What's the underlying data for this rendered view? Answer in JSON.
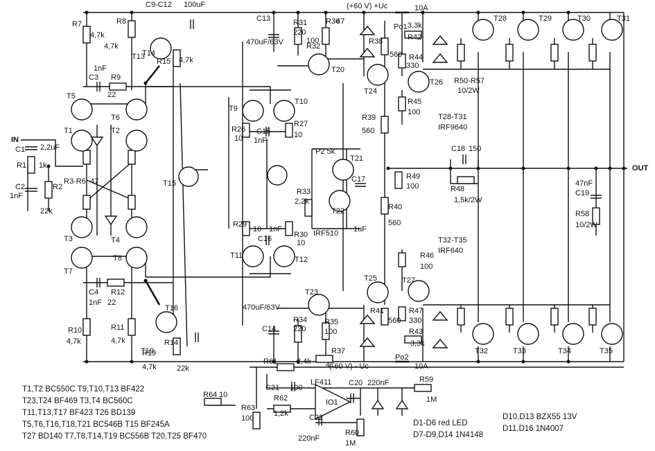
{
  "title": "",
  "nets": {
    "in": "IN",
    "out": "OUT",
    "vplus": "(+60 V) +Uc",
    "vminus": "(-60 V) - Uc",
    "fuse_top": "10A",
    "fuse_bot": "10A"
  },
  "transistors": [
    {
      "ref": "T1"
    },
    {
      "ref": "T2"
    },
    {
      "ref": "T3"
    },
    {
      "ref": "T4"
    },
    {
      "ref": "T5"
    },
    {
      "ref": "T6"
    },
    {
      "ref": "T7"
    },
    {
      "ref": "T8"
    },
    {
      "ref": "T9"
    },
    {
      "ref": "T10"
    },
    {
      "ref": "T11"
    },
    {
      "ref": "T12"
    },
    {
      "ref": "T13"
    },
    {
      "ref": "T14"
    },
    {
      "ref": "T15"
    },
    {
      "ref": "T16"
    },
    {
      "ref": "T19"
    },
    {
      "ref": "T20"
    },
    {
      "ref": "T21"
    },
    {
      "ref": "T22"
    },
    {
      "ref": "T23"
    },
    {
      "ref": "T24"
    },
    {
      "ref": "T25"
    },
    {
      "ref": "T26"
    },
    {
      "ref": "T27"
    },
    {
      "ref": "T28"
    },
    {
      "ref": "T29"
    },
    {
      "ref": "T30"
    },
    {
      "ref": "T31"
    },
    {
      "ref": "T32"
    },
    {
      "ref": "T33"
    },
    {
      "ref": "T34"
    },
    {
      "ref": "T35"
    }
  ],
  "resistors": [
    {
      "ref": "R1",
      "value": "1k"
    },
    {
      "ref": "R2",
      "value": "22k"
    },
    {
      "ref": "R3-R6",
      "value": "47"
    },
    {
      "ref": "R7",
      "value": "4,7k"
    },
    {
      "ref": "R8",
      "value": "4,7k"
    },
    {
      "ref": "R9",
      "value": "22"
    },
    {
      "ref": "R10",
      "value": "4,7k"
    },
    {
      "ref": "R11",
      "value": "4,7k"
    },
    {
      "ref": "R12",
      "value": "22"
    },
    {
      "ref": "R14",
      "value": "22k"
    },
    {
      "ref": "R15",
      "value": "4,7k"
    },
    {
      "ref": "R19",
      "value": "4,7k"
    },
    {
      "ref": "R26",
      "value": "10"
    },
    {
      "ref": "R27",
      "value": "10"
    },
    {
      "ref": "R29",
      "value": "10"
    },
    {
      "ref": "R30",
      "value": "10"
    },
    {
      "ref": "R31",
      "value": "220"
    },
    {
      "ref": "R32",
      "value": "100"
    },
    {
      "ref": "R33",
      "value": "2,2k"
    },
    {
      "ref": "R34",
      "value": "220"
    },
    {
      "ref": "R35",
      "value": "100"
    },
    {
      "ref": "R36",
      "value": "47"
    },
    {
      "ref": "R37",
      "value": "47"
    },
    {
      "ref": "R38",
      "value": "560"
    },
    {
      "ref": "R39",
      "value": "560"
    },
    {
      "ref": "R40",
      "value": "560"
    },
    {
      "ref": "R41",
      "value": "560"
    },
    {
      "ref": "R42",
      "value": "3,3k"
    },
    {
      "ref": "R43",
      "value": "3,3k"
    },
    {
      "ref": "R44",
      "value": "330"
    },
    {
      "ref": "R45",
      "value": "100"
    },
    {
      "ref": "R46",
      "value": "100"
    },
    {
      "ref": "R47",
      "value": "330"
    },
    {
      "ref": "R48",
      "value": "1,5k/2W"
    },
    {
      "ref": "R49",
      "value": "100"
    },
    {
      "ref": "R58",
      "value": "10/2W"
    },
    {
      "ref": "R59",
      "value": "1M"
    },
    {
      "ref": "R60",
      "value": "1M"
    },
    {
      "ref": "R61",
      "value": "2,4k"
    },
    {
      "ref": "R62",
      "value": "1,2k"
    },
    {
      "ref": "R63",
      "value": "100"
    },
    {
      "ref": "R64",
      "value": "10"
    }
  ],
  "capacitors": [
    {
      "ref": "C1",
      "value": "2,2uF"
    },
    {
      "ref": "C2",
      "value": "1nF"
    },
    {
      "ref": "C3",
      "value": "1nF"
    },
    {
      "ref": "C4",
      "value": "1nF"
    },
    {
      "ref": "C9-C12",
      "value": "100uF"
    },
    {
      "ref": "C13",
      "value": "470uF/63V"
    },
    {
      "ref": "C14",
      "value": "470uF/63V"
    },
    {
      "ref": "C15",
      "value": "1nF"
    },
    {
      "ref": "C16",
      "value": "1nF"
    },
    {
      "ref": "C17",
      "value": "1uF"
    },
    {
      "ref": "C18",
      "value": "150"
    },
    {
      "ref": "C19",
      "value": "47nF"
    },
    {
      "ref": "C20",
      "value": "220nF"
    },
    {
      "ref": "C21",
      "value": "100"
    },
    {
      "ref": "C22",
      "value": "220nF"
    }
  ],
  "misc_labels": {
    "p2": "P2 5k",
    "ic": "IO1",
    "ic_type": "LF411",
    "r50_57": "R50-R57",
    "r50_57_val": "10/2W",
    "t28_31": "T28-T31",
    "t28_31_type": "IRF9640",
    "t32_35": "T32-T35",
    "t32_35_type": "IRF640",
    "t22_type": "IRF510",
    "po1": "Po1",
    "po2": "Po2"
  },
  "legend_left": [
    "T1,T2 BC550C   T9,T10,T13 BF422",
    "T23,T24 BF469   T3,T4 BC560C",
    "T11,T13,T17 BF423   T26 BD139",
    "T5,T6,T16,T18,T21 BC546B   T15 BF245A",
    "T27 BD140   T7,T8,T14,T19 BC556B   T20,T25 BF470"
  ],
  "legend_mid": [
    "D1-D6 red LED",
    "D7-D9,D14 1N4148"
  ],
  "legend_right": [
    "D10,D13 BZX55 13V",
    "D11,D16 1N4007"
  ]
}
